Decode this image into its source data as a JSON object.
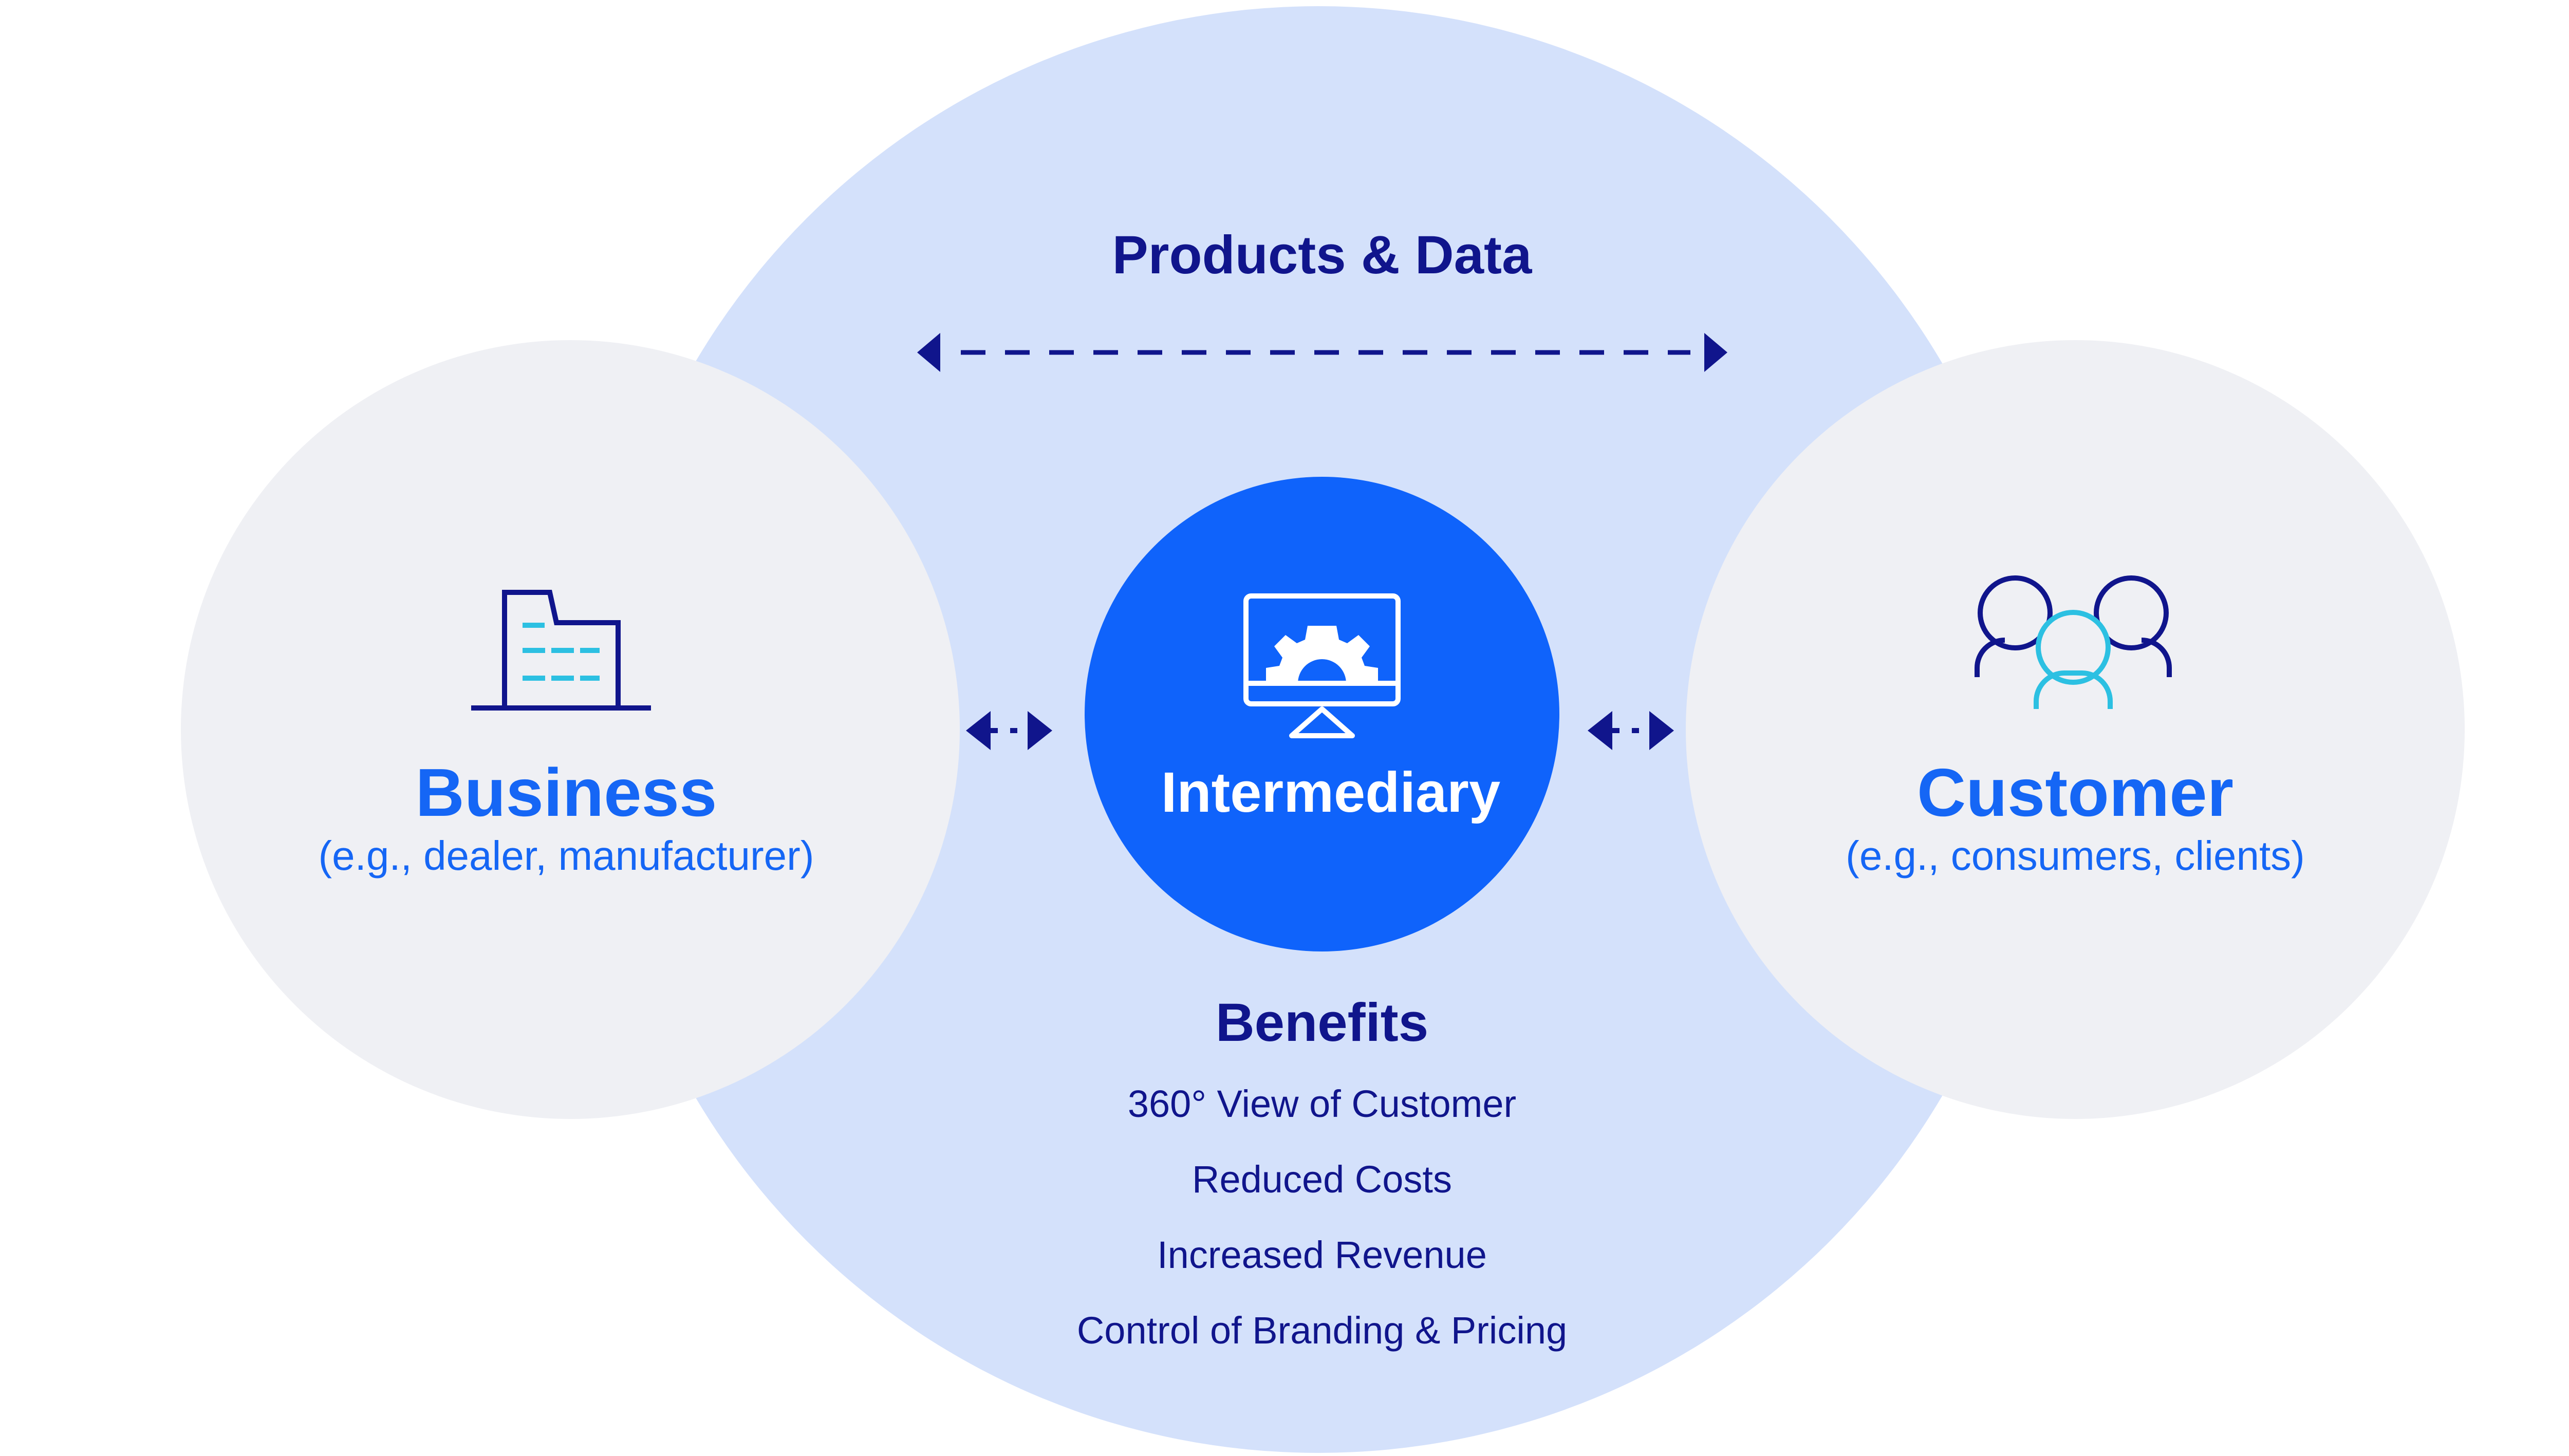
{
  "colors": {
    "background": "#ffffff",
    "big_circle": "#d4e1fb",
    "side_circle": "#eff0f4",
    "intermediary_circle": "#0f63fb",
    "navy": "#10158c",
    "bright_blue": "#1566f5",
    "cyan": "#2cc0e2",
    "white": "#ffffff"
  },
  "flow": {
    "label": "Products & Data"
  },
  "business": {
    "title": "Business",
    "subtitle": "(e.g., dealer, manufacturer)",
    "icon": "building-icon"
  },
  "intermediary": {
    "title": "Intermediary",
    "icon": "monitor-gear-icon"
  },
  "customer": {
    "title": "Customer",
    "subtitle": "(e.g., consumers, clients)",
    "icon": "users-icon"
  },
  "benefits": {
    "title": "Benefits",
    "items": [
      "360° View of Customer",
      "Reduced Costs",
      "Increased Revenue",
      "Control of Branding & Pricing"
    ]
  }
}
